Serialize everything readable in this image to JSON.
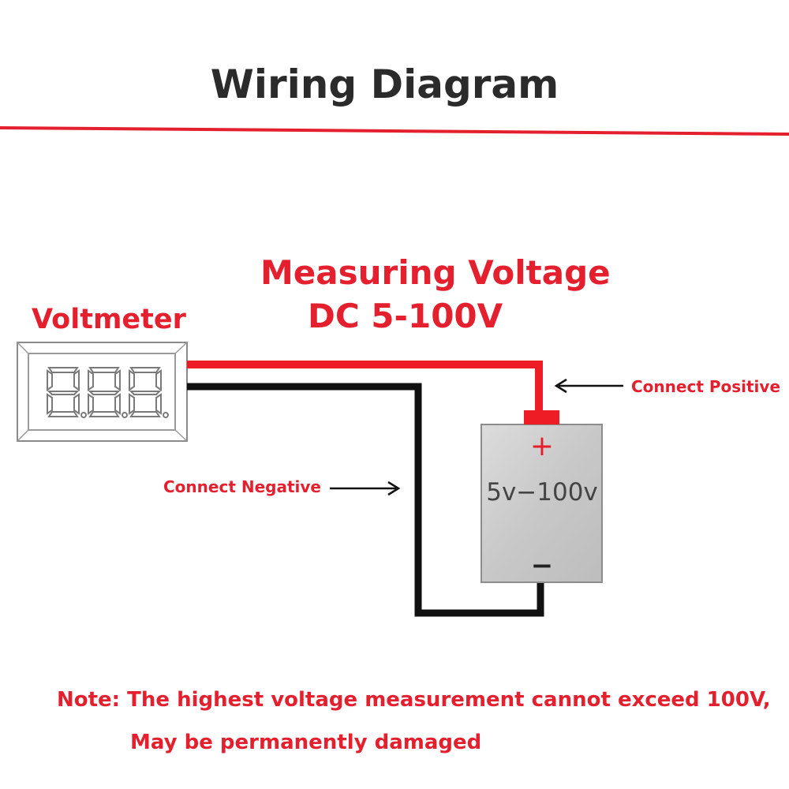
{
  "title": "Wiring Diagram",
  "heading": {
    "line1": "Measuring Voltage",
    "line2": "DC 5-100V"
  },
  "voltmeter": {
    "label": "Voltmeter",
    "display": "8.8.8."
  },
  "source": {
    "plus_symbol": "+",
    "minus_symbol": "−",
    "range_label": "5v−100v"
  },
  "callouts": {
    "positive": "Connect Positive",
    "negative": "Connect Negative"
  },
  "note": {
    "line1": "Note: The highest voltage measurement cannot exceed 100V,",
    "line2": "May be permanently damaged"
  },
  "colors": {
    "accent_red": "#e4202e",
    "wire_red": "#ee1c24",
    "wire_black": "#111111",
    "source_fill": "#cccccc",
    "title_text": "#2b2b2b"
  }
}
